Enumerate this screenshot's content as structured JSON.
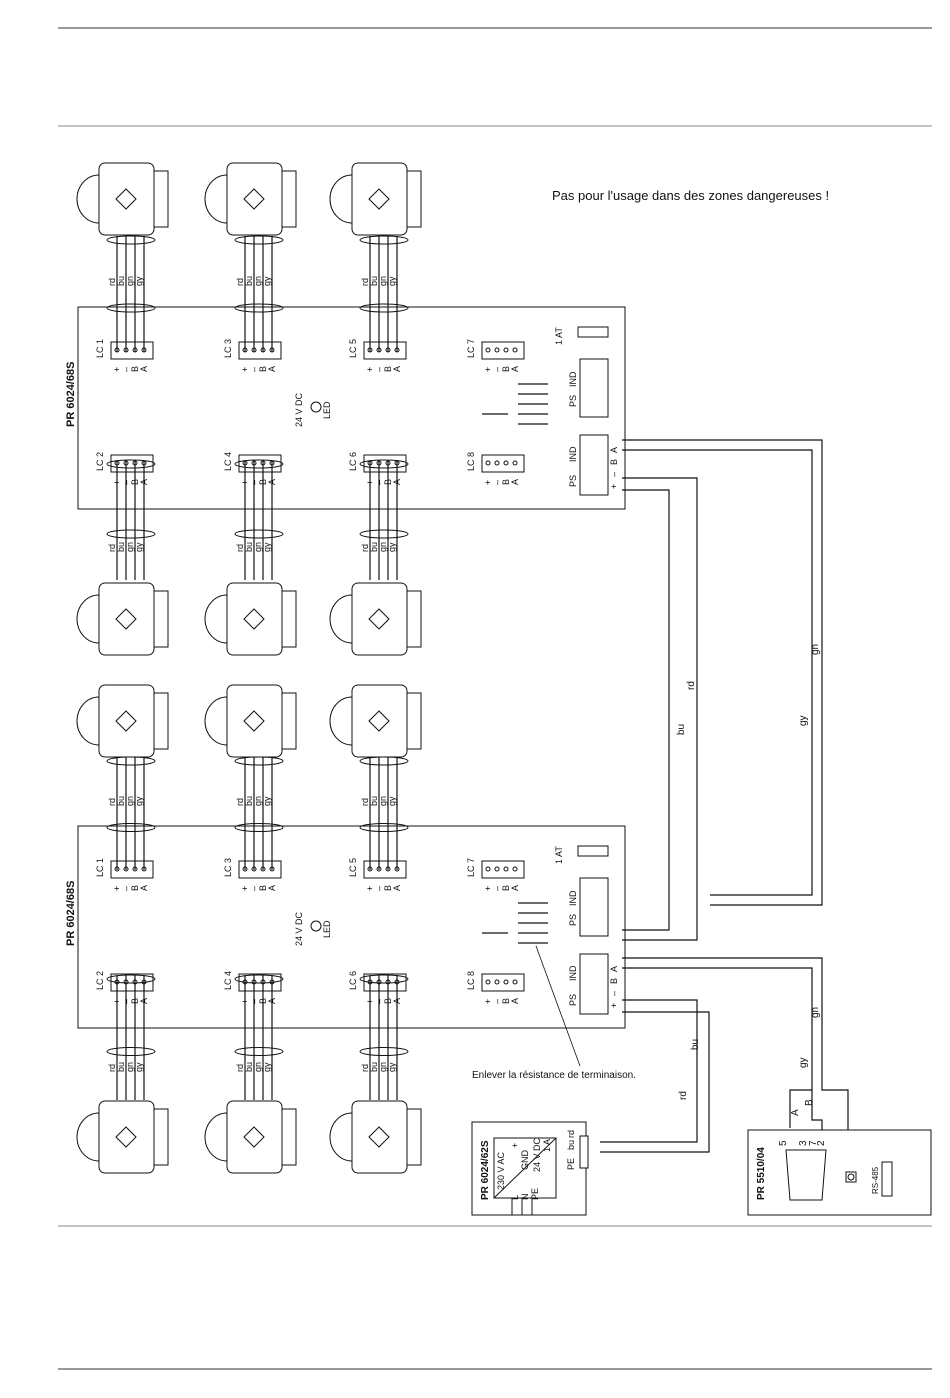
{
  "warning": "Pas pour l'usage dans des zones dangereuses !",
  "note": "Enlever la résistance de terminaison.",
  "unit1": {
    "title": "PR 6024/68S",
    "led_voltage": "24 V DC",
    "led_label": "LED",
    "fuse": "1 AT"
  },
  "unit2": {
    "title": "PR 6024/68S",
    "led_voltage": "24 V DC",
    "led_label": "LED",
    "fuse": "1 AT"
  },
  "lc_labels": [
    "LC 1",
    "LC 2",
    "LC 3",
    "LC 4",
    "LC 5",
    "LC 6",
    "LC 7",
    "LC 8"
  ],
  "terminal_labels": [
    "+",
    "–",
    "B",
    "A"
  ],
  "wire_colors": [
    "rd",
    "bu",
    "gn",
    "gy"
  ],
  "ps_label": "PS",
  "ind_label": "IND",
  "psu": {
    "title": "PR 6024/62S",
    "input": "230 V AC",
    "output_gnd": "GND",
    "output_v": "24 V DC",
    "output_a": "1 A",
    "pe": "PE",
    "l": "L",
    "n": "N",
    "pe_in": "PE",
    "plus": "+",
    "pe2": "PE",
    "bu": "bu",
    "rd": "rd"
  },
  "controller": {
    "title": "PR 5510/04",
    "rs485": "RS-485",
    "pins": [
      "5",
      "3",
      "7",
      "2"
    ],
    "a": "A",
    "b": "B"
  },
  "cable_labels": {
    "rd": "rd",
    "bu": "bu",
    "gy": "gy",
    "gn": "gn"
  }
}
